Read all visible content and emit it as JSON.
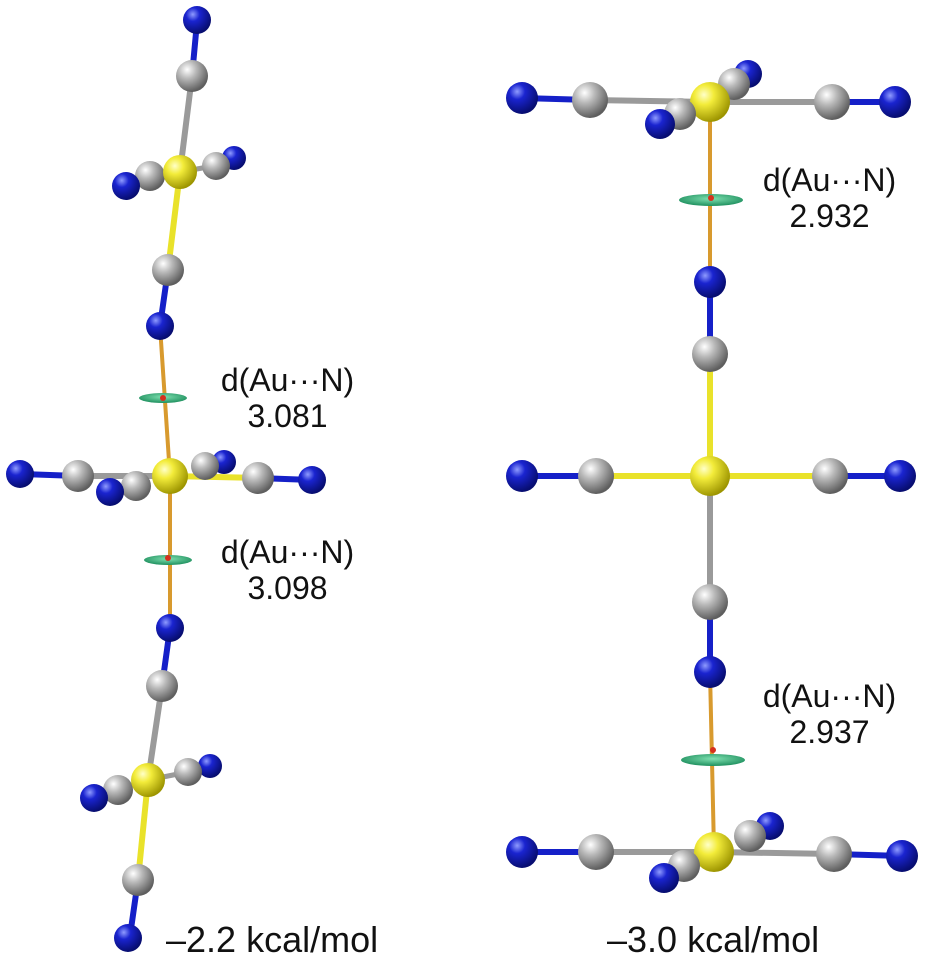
{
  "colors": {
    "background": "#ffffff",
    "gold_atom": "#e9e22a",
    "carbon_atom": "#a9a9a9",
    "nitrogen_atom": "#1520c8",
    "contact_bond": "#d89a2e",
    "nci_disc": "#2fae7a",
    "bcp_point": "#d6301e",
    "text": "#111111"
  },
  "icons": {
    "au_atom": "yellow-sphere",
    "c_atom": "gray-sphere",
    "n_atom": "blue-sphere",
    "nci_surface": "green-disc"
  },
  "left_structure": {
    "contact_top": {
      "label": "d(Au···N)",
      "distance": "3.081"
    },
    "contact_bottom": {
      "label": "d(Au···N)",
      "distance": "3.098"
    },
    "energy": "–2.2 kcal/mol"
  },
  "right_structure": {
    "contact_top": {
      "label": "d(Au···N)",
      "distance": "2.932"
    },
    "contact_bottom": {
      "label": "d(Au···N)",
      "distance": "2.937"
    },
    "energy": "–3.0 kcal/mol"
  }
}
